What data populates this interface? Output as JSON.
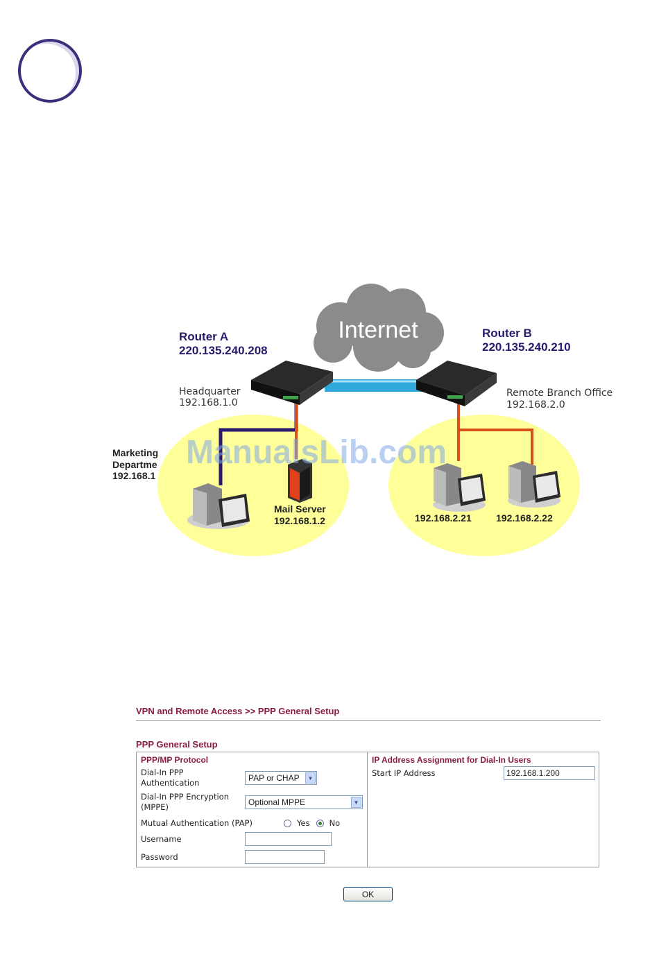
{
  "diagram": {
    "cloud_label": "Internet",
    "router_a": {
      "name": "Router A",
      "ip": "220.135.240.208"
    },
    "router_b": {
      "name": "Router B",
      "ip": "220.135.240.210"
    },
    "headquarter": {
      "name": "Headquarter",
      "subnet": "192.168.1.0"
    },
    "branch": {
      "name": "Remote Branch Office",
      "subnet": "192.168.2.0"
    },
    "marketing": {
      "line1": "Marketing",
      "line2": "Departme",
      "line3": "192.168.1"
    },
    "mail_server": {
      "name": "Mail Server",
      "ip": "192.168.1.2"
    },
    "pc_b1": "192.168.2.21",
    "pc_b2": "192.168.2.22",
    "watermark": "ManualsLib.com",
    "colors": {
      "hq_line": "#2a1a6e",
      "branch_line": "#d9501c",
      "tunnel": "#2fa8dc",
      "zone": "#ffff9a"
    }
  },
  "ui": {
    "breadcrumb": "VPN and Remote Access >> PPP General Setup",
    "section_title": "PPP General Setup",
    "left": {
      "heading": "PPP/MP Protocol",
      "auth_label_1": "Dial-In PPP",
      "auth_label_2": "Authentication",
      "auth_value": "PAP or CHAP",
      "enc_label_1": "Dial-In PPP Encryption",
      "enc_label_2": "(MPPE)",
      "enc_value": "Optional MPPE",
      "mutual_label": "Mutual Authentication (PAP)",
      "yes_label": "Yes",
      "no_label": "No",
      "mutual_selected": "No",
      "username_label": "Username",
      "username_value": "",
      "password_label": "Password",
      "password_value": ""
    },
    "right": {
      "heading": "IP Address Assignment for Dial-In Users",
      "start_ip_label": "Start IP Address",
      "start_ip_value": "192.168.1.200"
    },
    "ok_label": "OK"
  }
}
